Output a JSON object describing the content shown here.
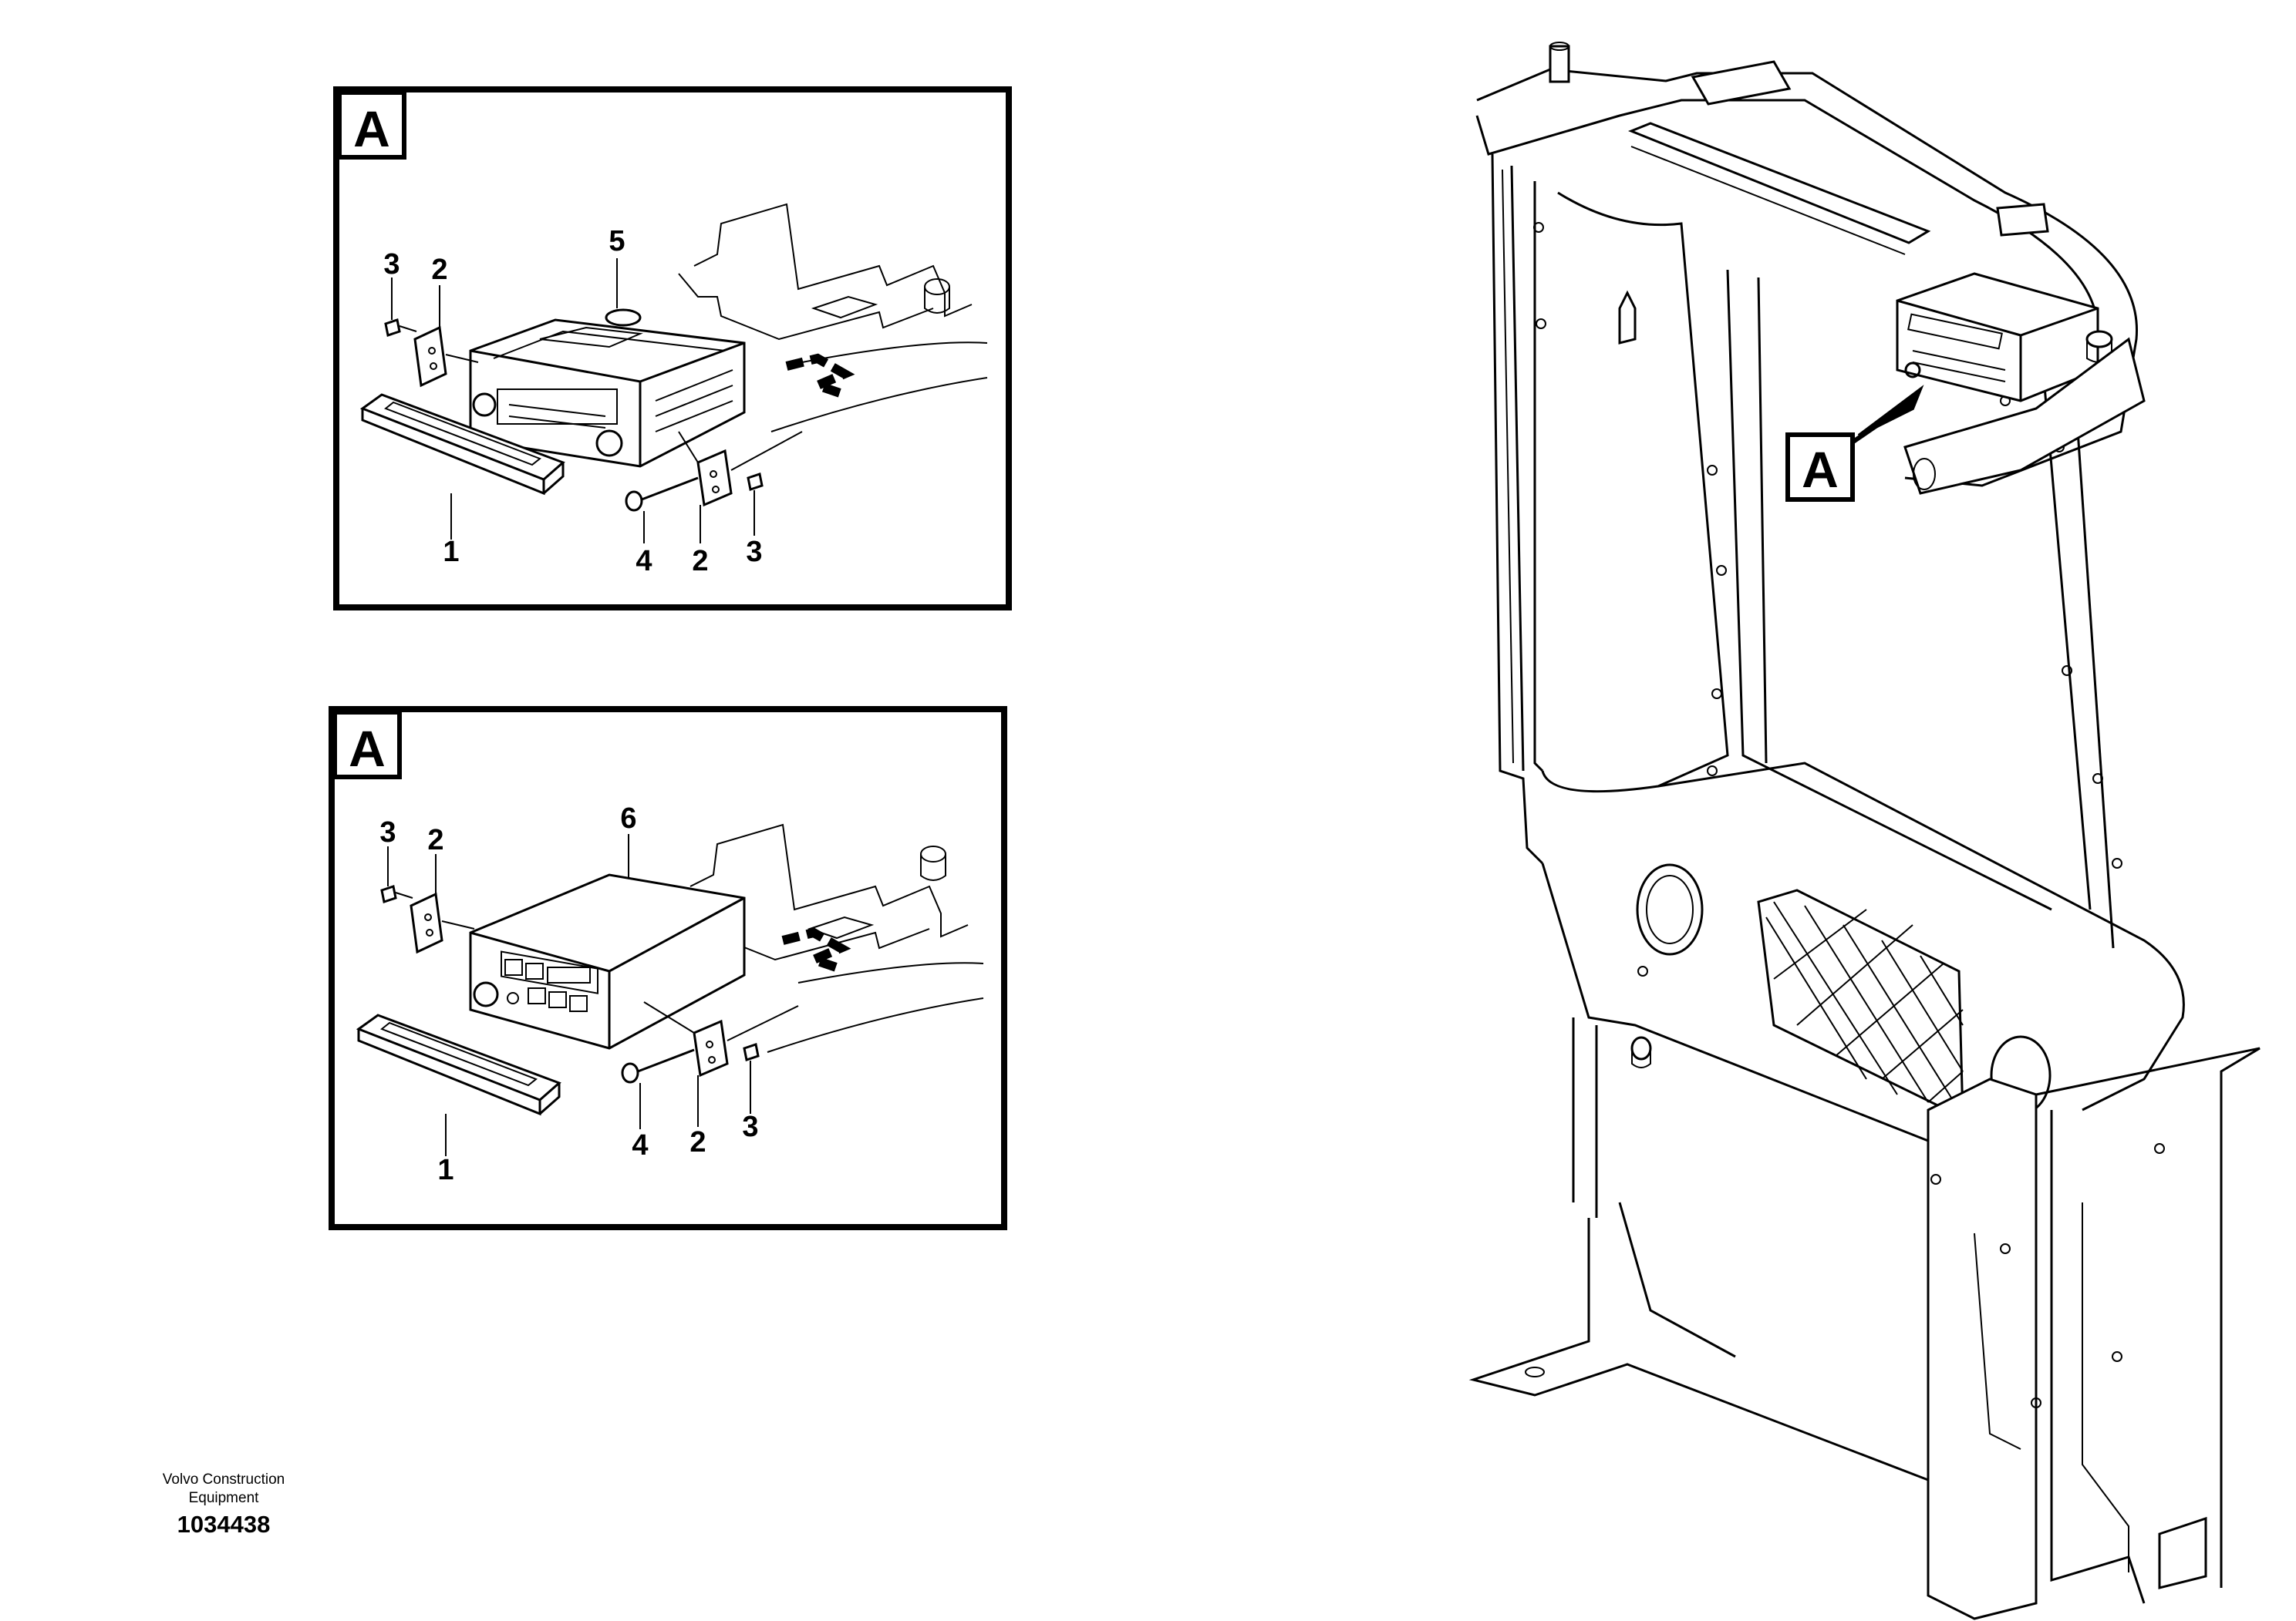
{
  "panels": [
    {
      "view_label": "A",
      "callouts": [
        {
          "num": "3"
        },
        {
          "num": "2"
        },
        {
          "num": "5"
        },
        {
          "num": "1"
        },
        {
          "num": "4"
        },
        {
          "num": "2"
        },
        {
          "num": "3"
        }
      ]
    },
    {
      "view_label": "A",
      "callouts": [
        {
          "num": "3"
        },
        {
          "num": "2"
        },
        {
          "num": "6"
        },
        {
          "num": "1"
        },
        {
          "num": "4"
        },
        {
          "num": "2"
        },
        {
          "num": "3"
        }
      ]
    }
  ],
  "cab_view_label": "A",
  "footer": {
    "company_line1": "Volvo Construction",
    "company_line2": "Equipment",
    "drawing_number": "1034438"
  }
}
